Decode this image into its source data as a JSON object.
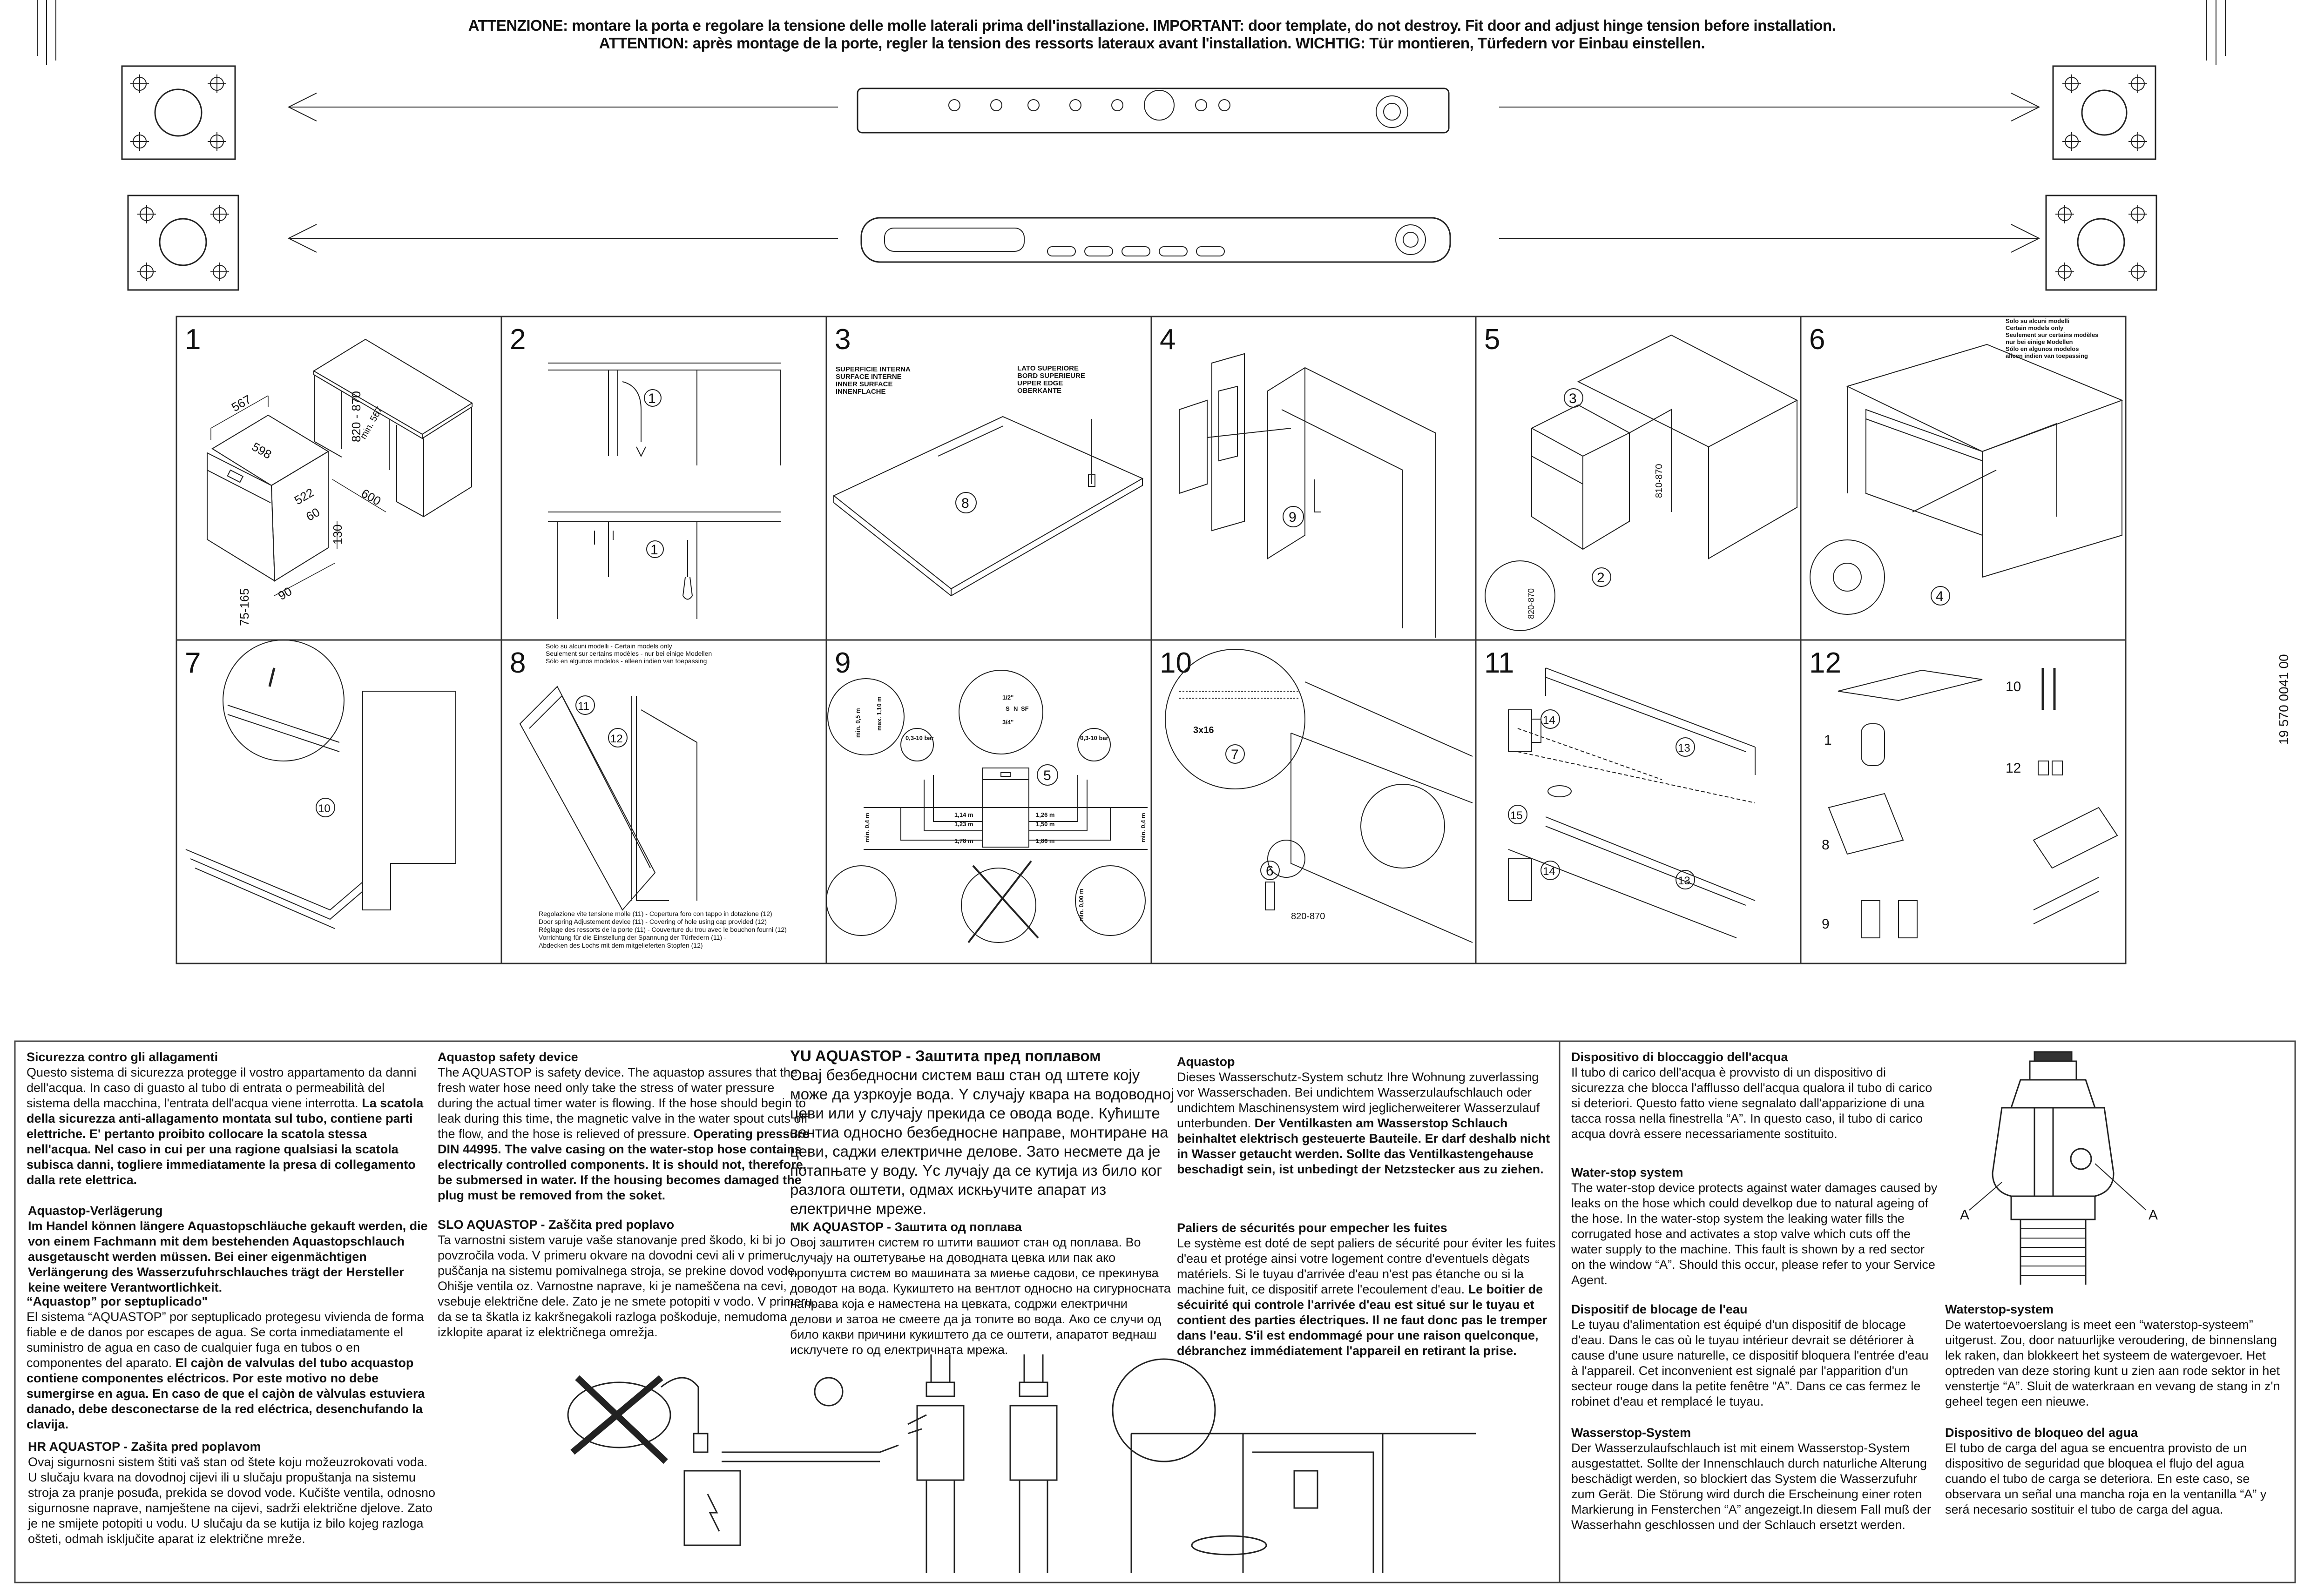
{
  "header": {
    "line1": "ATTENZIONE: montare la porta e regolare la tensione delle molle laterali prima dell'installazione. IMPORTANT: door template, do not destroy. Fit door and adjust hinge tension before installation.",
    "line2": "ATTENTION: après montage de la porte, regler la tension des ressorts lateraux avant l'installation. WICHTIG: Tür montieren, Türfedern vor Einbau einstellen."
  },
  "doc_code": "19 570 0041 00",
  "panels": {
    "p1": {
      "number": "1",
      "dims": [
        "567",
        "598",
        "522",
        "60",
        "130",
        "90",
        "75-165",
        "820 - 870",
        "min. 567",
        "600"
      ]
    },
    "p2": {
      "number": "2",
      "callouts": [
        "1",
        "1"
      ]
    },
    "p3": {
      "number": "3",
      "inner": [
        "SUPERFICIE INTERNA",
        "SURFACE INTERNE",
        "INNER SURFACE",
        "INNENFLACHE"
      ],
      "upper": [
        "LATO SUPERIORE",
        "BORD SUPERIEURE",
        "UPPER EDGE",
        "OBERKANTE"
      ],
      "callout": "8"
    },
    "p4": {
      "number": "4",
      "callout": "9"
    },
    "p5": {
      "number": "5",
      "callouts": [
        "3",
        "2"
      ],
      "dims": [
        "810-870",
        "820-870"
      ]
    },
    "p6": {
      "number": "6",
      "note": [
        "Solo su alcuni modelli",
        "Certain models only",
        "Seulement sur certains modèles",
        "nur bei einige Modellen",
        "Sólo en algunos modelos",
        "alleen indien van toepassing"
      ],
      "callout": "4"
    },
    "p7": {
      "number": "7",
      "callout": "10"
    },
    "p8": {
      "number": "8",
      "note": [
        "Solo su alcuni modelli - Certain models only",
        "Seulement sur certains modèles - nur bei einige Modellen",
        "Sólo en algunos modelos - alleen indien van toepassing"
      ],
      "callouts": [
        "11",
        "12"
      ],
      "caption": [
        "Regolazione vite tensione molle (11) - Copertura foro con tappo in dotazione (12)",
        "Door spring Adjustement device (11) - Covering of hole using cap provided (12)",
        "Réglage des ressorts de la porte (11) - Couverture du trou avec le bouchon fourni (12)",
        "Vorrichtung für die Einstellung der Spannung der Türfedern (11) -",
        "Abdecken des Lochs mit dem mitgelieferten Stopfen (12)"
      ]
    },
    "p9": {
      "number": "9",
      "pressure": "0,3-10 bar",
      "thread_small": "1/2\"",
      "thread_large": "3/4\"",
      "types": [
        "S",
        "N",
        "SF"
      ],
      "min_drain": "min. 0,5 m",
      "max_drain": "max. 1,10 m",
      "left_lengths": [
        "1,14 m",
        "1,23 m",
        "1,78 m"
      ],
      "right_lengths": [
        "1,26 m",
        "1,50 m",
        "1,86 m"
      ],
      "min_height": "min. 0,4 m",
      "min_zero": "min. 0,00 m",
      "callout": "5"
    },
    "p10": {
      "number": "10",
      "screw": "3x16",
      "callouts": [
        "7",
        "6"
      ],
      "dim": "820-870"
    },
    "p11": {
      "number": "11",
      "callouts": [
        "14",
        "13",
        "15",
        "14",
        "13"
      ]
    },
    "p12": {
      "number": "12",
      "labels": [
        "1",
        "8",
        "9",
        "10",
        "12"
      ]
    }
  },
  "sections": [
    {
      "title": "Sicurezza contro gli allagamenti",
      "text": "Questo sistema di sicurezza protegge il vostro appartamento da danni dell'acqua. In caso di guasto al tubo di entrata o permeabilità del sistema della macchina, l'entrata dell'acqua viene interrotta. ",
      "bold": "La scatola della sicurezza anti-allagamento montata sul tubo, contiene parti elettriche. E' pertanto proibito collocare la scatola stessa nell'acqua. Nel caso in cui per una ragione qualsiasi la scatola subisca danni, togliere immediatamente la presa di collegamento dalla rete elettrica."
    },
    {
      "title": "Aquastop-Verlägerung",
      "text": "",
      "bold": "Im Handel können längere Aquastopschläuche gekauft werden, die von einem Fachmann mit dem bestehenden Aquastopschlauch ausgetauscht werden müssen. Bei einer eigenmächtigen Verlängerung des Wasserzufuhrschlauches trägt der Hersteller keine weitere Verantwortlichkeit."
    },
    {
      "title": "“Aquastop” por septuplicado\"",
      "text": "El sistema “AQUASTOP” por septuplicado protegesu vivienda de forma fiable e de danos por escapes de agua. Se corta inmediatamente el suministro de agua en caso de cualquier fuga en tubos o en componentes del aparato. ",
      "bold": "El cajòn de valvulas del tubo acquastop contiene componentes eléctricos. Por este motivo no debe sumergirse en agua. En caso de que el cajòn de vàlvulas estuviera danado, debe desconectarse de la red eléctrica, desenchufando la clavija."
    },
    {
      "title": "HR AQUASTOP - Zašita pred poplavom",
      "text": "Ovaj sigurnosni sistem štiti vaš stan od štete koju možeuzrokovati voda. U slučaju kvara na dovodnoj cijevi ili u slučaju propuštanja na sistemu stroja za pranje posuđa, prekida se dovod vode. Kučište ventila, odnosno sigurnosne naprave, namještene na cijevi, sadrži električne djelove. Zato je ne smijete potopiti u vodu. U slučaju da se kutija iz bilo kojeg razloga ošteti, odmah isključite aparat iz električne mreže.",
      "bold": ""
    },
    {
      "title": "Aquastop safety device",
      "text": "The AQUASTOP is safety device. The aquastop assures that the fresh water hose need only take the stress of water pressure during the actual timer water is flowing. If the hose should begin to leak during this time, the magnetic valve in the water spout cuts off the flow, and the hose is relieved of pressure. ",
      "bold": "Operating pressure DIN 44995. The valve casing on the water-stop hose contains electrically controlled components. It is should not, therefore, be submersed in water. If the housing becomes damaged the plug must be removed from the soket."
    },
    {
      "title": "SLO AQUASTOP - Zaščita pred poplavo",
      "text": "Ta varnostni sistem varuje vaše stanovanje pred škodo, ki bi jo povzročila voda. V primeru okvare na dovodni cevi ali v primeru puščanja na sistemu pomivalnega stroja, se prekine dovod vode. Ohišje ventila oz. Varnostne naprave, ki je nameščena na cevi, vsebuje električne dele. Zato je ne smete potopiti v vodo. V primeru, da se ta škatla iz kakršnegakoli razloga poškoduje, nemudoma izklopite aparat iz električnega omrežja.",
      "bold": ""
    },
    {
      "title": "YU AQUASTOP - Заштита пред поплавом",
      "text": "Овај безбедносни систем ваш стан од штете коју може да узркоује вода. Y случају квара на водоводној цеви или у случају прекида се овода воде. Куħиште вентиа односно безбедносне направе, монтиране на цеви, саджи електричне делове. Зато несмете да је потапњате у воду. Yc лучају да се кутија из било ког разлога оштети, одмах искњучите апарат из електричне мреже.",
      "bold": ""
    },
    {
      "title": "MK AQUASTOP - Заштита од поплава",
      "text": "Овој заштитен систем го штити вашиот стан од поплава. Во случају на оштетување на доводната цевка или пак ако пропушта систем во машината за миење садови, се прекинува доводот на вода. Кукиштето на вентлот односно на сигурносната направа која е наместена на цевката, содржи електрични делови и затоа не смеете да ја топите во вода. Ако се случи од било какви причини кукиштето да се оштети, апаратот веднаш исклучете го од електричната мрежа.",
      "bold": ""
    },
    {
      "title": "Aquastop",
      "text": "Dieses Wasserschutz-System schutz Ihre Wohnung zuverlassing vor Wasserschaden. Bei undichtem Wasserzulaufschlauch oder undichtem Maschinensystem wird jeglicherweiterer Wasserzulauf unterbunden. ",
      "bold": "Der Ventilkasten am Wasserstop Schlauch beinhaltet elektrisch gesteuerte Bauteile. Er darf deshalb nicht in Wasser getaucht werden. Sollte das Ventilkastengehause beschadigt sein, ist unbedingt der Netzstecker aus zu ziehen."
    },
    {
      "title": "Paliers de sécurités pour empecher les fuites",
      "text": "Le système est doté de sept paliers de sécurité pour éviter les fuites d'eau et protége ainsi votre logement contre d'eventuels dègats matériels. Si le tuyau d'arrivée d'eau n'est pas étanche ou si la machine fuit, ce dispositif arrete l'ecoulement d'eau. ",
      "bold": "Le boitier de sécuirité qui controle l'arrivée d'eau est situé sur le tuyau et contient des parties électriques. Il ne faut donc pas le tremper dans l'eau. S'il est endommagé pour une raison quelconque, débranchez immédiatement l'appareil en retirant la prise."
    },
    {
      "title": "Dispositivo di bloccaggio dell'acqua",
      "text": "Il tubo di carico dell'acqua è provvisto di un dispositivo di sicurezza che blocca l'afflusso dell'acqua qualora il tubo di carico si deteriori. Questo fatto viene segnalato dall'apparizione di una tacca rossa nella finestrella “A”. In questo caso, il tubo di carico acqua dovrà essere necessariamente sostituito.",
      "bold": ""
    },
    {
      "title": "Water-stop system",
      "text": "The water-stop device protects against water damages caused by leaks on the hose which could develkop due to natural ageing of the hose. In the water-stop system the leaking water fills the corrugated hose and activates a stop valve which cuts off the water supply to the machine. This fault is shown by a red sector on the window “A”. Should this occur, please refer to your Service Agent.",
      "bold": ""
    },
    {
      "title": "Dispositif de blocage de l'eau",
      "text": "Le tuyau d'alimentation est équipé d'un dispositif de blocage d'eau. Dans le cas où le tuyau intérieur devrait se détériorer à cause d'une usure naturelle, ce dispositif bloquera l'entrée d'eau à l'appareil. Cet inconvenient est signalé par l'apparition d'un secteur rouge dans la petite fenêtre “A”. Dans ce cas fermez le robinet d'eau et remplacé le tuyau.",
      "bold": ""
    },
    {
      "title": "Wasserstop-System",
      "text": "Der Wasserzulaufschlauch ist mit einem Wasserstop-System ausgestattet. Sollte der Innenschlauch durch naturliche Alterung beschädigt werden, so blockiert das System die Wasserzufuhr zum Gerät. Die Störung wird durch die Erscheinung einer roten Markierung in Fensterchen “A” angezeigt.In diesem Fall muß der Wasserhahn geschlossen und der Schlauch ersetzt werden.",
      "bold": ""
    },
    {
      "title": "Waterstop-system",
      "text": "De watertoevoerslang is meet een “waterstop-systeem” uitgerust. Zou, door natuurlijke veroudering, de binnenslang lek raken, dan blokkeert het systeem de watergevoer. Het optreden van deze storing kunt u zien aan rode sektor in het venstertje “A”. Sluit de waterkraan en vevang de stang in z'n geheel tegen een nieuwe.",
      "bold": ""
    },
    {
      "title": "Dispositivo de bloqueo del agua",
      "text": "El tubo de carga del agua se encuentra provisto de un dispositivo de seguridad que bloquea el flujo del agua cuando el tubo de carga se deteriora. En este caso, se observara un señal una mancha roja en la ventanilla “A” y será necesario sostituir el tubo de carga del agua.",
      "bold": ""
    }
  ],
  "device": {
    "window_labels": [
      "A",
      "A"
    ]
  }
}
